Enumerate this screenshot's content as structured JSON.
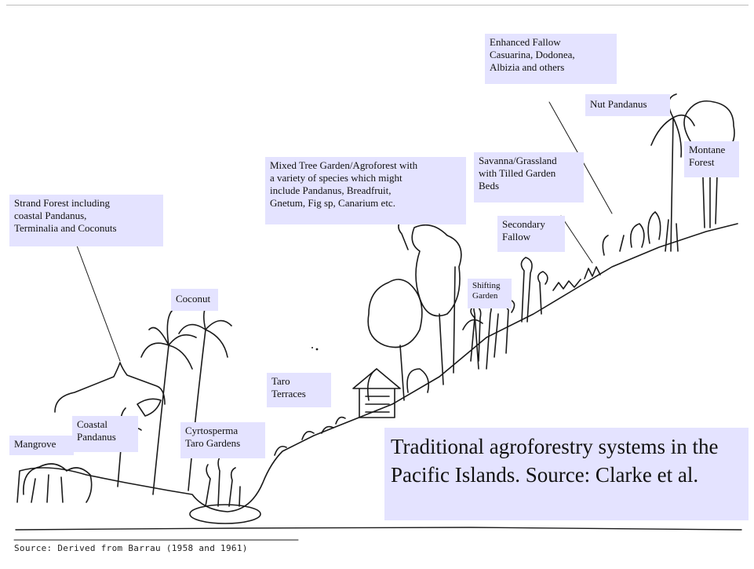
{
  "labels": {
    "strand_forest": "Strand Forest including\ncoastal Pandanus,\nTerminalia and Coconuts",
    "coconut": "Coconut",
    "mangrove": "Mangrove",
    "coastal_pandanus": "Coastal\nPandanus",
    "cyrtosperma": "Cyrtosperma\nTaro Gardens",
    "taro_terraces": "Taro\nTerraces",
    "mixed_tree_garden": "Mixed Tree Garden/Agroforest with\na variety of species which might\ninclude Pandanus, Breadfruit,\nGnetum, Fig sp, Canarium etc.",
    "shifting_garden": "Shifting\nGarden",
    "secondary_fallow": "Secondary\nFallow",
    "savanna": "Savanna/Grassland\nwith Tilled Garden\nBeds",
    "enhanced_fallow": "Enhanced Fallow\nCasuarina, Dodonea,\nAlbizia and others",
    "nut_pandanus": "Nut Pandanus",
    "montane_forest": "Montane\nForest"
  },
  "caption": "Traditional agroforestry systems in the Pacific Islands.  Source:  Clarke et al.",
  "source_note": "Source:  Derived from Barrau (1958 and 1961)",
  "colors": {
    "label_bg": "#e4e3ff",
    "ink": "#1a1a1a"
  }
}
